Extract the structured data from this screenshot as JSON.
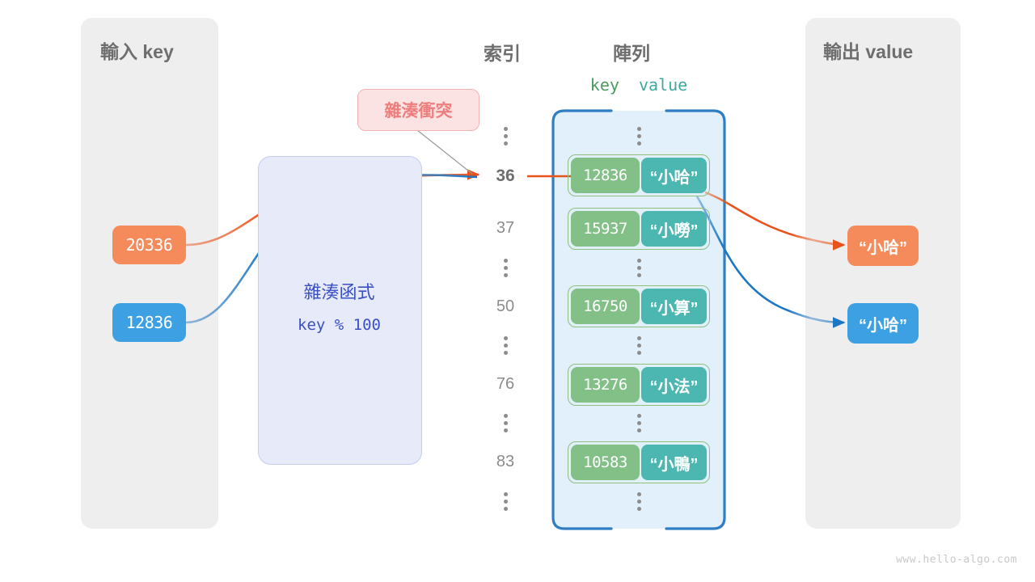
{
  "panels": {
    "input": {
      "title": "輸入 key"
    },
    "output": {
      "title": "輸出 value"
    }
  },
  "headings": {
    "index": "索引",
    "array": "陣列",
    "key": "key",
    "value": "value"
  },
  "hash_function": {
    "label": "雜湊函式",
    "formula": "key % 100"
  },
  "collision": {
    "label": "雜湊衝突"
  },
  "input_keys": [
    {
      "text": "20336",
      "color": "#F58A5B"
    },
    {
      "text": "12836",
      "color": "#3DA0E3"
    }
  ],
  "output_values": [
    {
      "text": "“小哈”",
      "color": "#F58A5B"
    },
    {
      "text": "“小哈”",
      "color": "#3DA0E3"
    }
  ],
  "index_column": [
    "⋮",
    "36",
    "37",
    "⋮",
    "50",
    "⋮",
    "76",
    "⋮",
    "83",
    "⋮"
  ],
  "current_index": "36",
  "array_entries": [
    {
      "index": "36",
      "key": "12836",
      "value": "“小哈”"
    },
    {
      "index": "37",
      "key": "15937",
      "value": "“小嘮”"
    },
    {
      "index": "50",
      "key": "16750",
      "value": "“小算”"
    },
    {
      "index": "76",
      "key": "13276",
      "value": "“小法”"
    },
    {
      "index": "83",
      "key": "10583",
      "value": "“小鴨”"
    }
  ],
  "colors": {
    "panel_bg": "#EEEEEE",
    "hash_box_bg": "#E6EAF9",
    "hash_text": "#3B50C4",
    "collision_bg": "#FBE3E3",
    "collision_text": "#EE7D7D",
    "array_bg": "#E1F0FA",
    "array_border": "#2F7EC4",
    "key_cell": "#83C088",
    "value_cell": "#4CB6B0",
    "orange": "#F58A5B",
    "orange_wire": "#E8521B",
    "blue": "#3DA0E3",
    "blue_wire": "#1D76C2"
  },
  "watermark": "www.hello-algo.com"
}
